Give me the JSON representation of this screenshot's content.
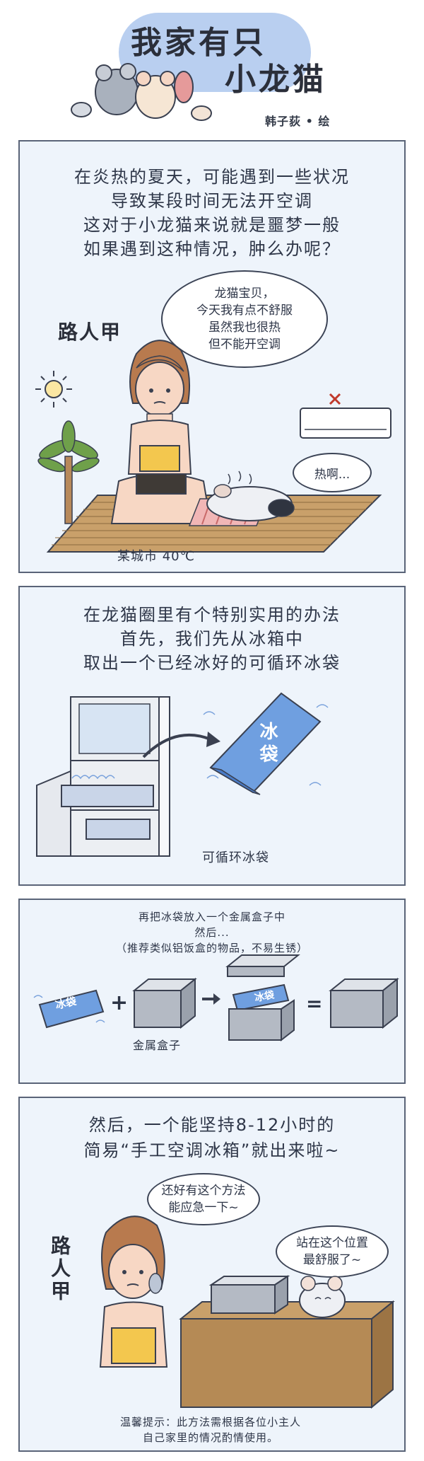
{
  "header": {
    "title_line1": "我家有只",
    "title_line2": "小龙猫",
    "author": "韩子荻 • 绘"
  },
  "panel1": {
    "text": [
      "在炎热的夏天，可能遇到一些状况",
      "导致某段时间无法开空调",
      "这对于小龙猫来说就是噩梦一般",
      "如果遇到这种情况，肿么办呢？"
    ],
    "character_label": "路人甲",
    "speech": [
      "龙猫宝贝，",
      "今天我有点不舒服",
      "虽然我也很热",
      "但不能开空调"
    ],
    "chinchilla_speech": "热啊...",
    "caption": "某城市 40℃"
  },
  "panel2": {
    "text": [
      "在龙猫圈里有个特别实用的办法",
      "首先，我们先从冰箱中",
      "取出一个已经冰好的可循环冰袋"
    ],
    "icepack_label": "冰袋",
    "icepack_caption": "可循环冰袋"
  },
  "panel3": {
    "text": [
      "再把冰袋放入一个金属盒子中",
      "然后...",
      "（推荐类似铝饭盒的物品，不易生锈）"
    ],
    "icepack_label": "冰袋",
    "box_label": "金属盒子",
    "plus": "+",
    "equals": "="
  },
  "panel4": {
    "text": [
      "然后，一个能坚持8-12小时的",
      "简易“手工空调冰箱”就出来啦~"
    ],
    "character_label": "路人甲",
    "speech1": [
      "还好有这个方法",
      "能应急一下~"
    ],
    "speech2": [
      "站在这个位置",
      "最舒服了~"
    ],
    "tip": [
      "温馨提示：此方法需根据各位小主人",
      "自己家里的情况酌情使用。"
    ]
  },
  "colors": {
    "panel_bg": "#eef4fb",
    "border": "#5a6478",
    "ice_blue": "#6f9fe0",
    "wood": "#c9a06a",
    "metal": "#b4bac4"
  }
}
